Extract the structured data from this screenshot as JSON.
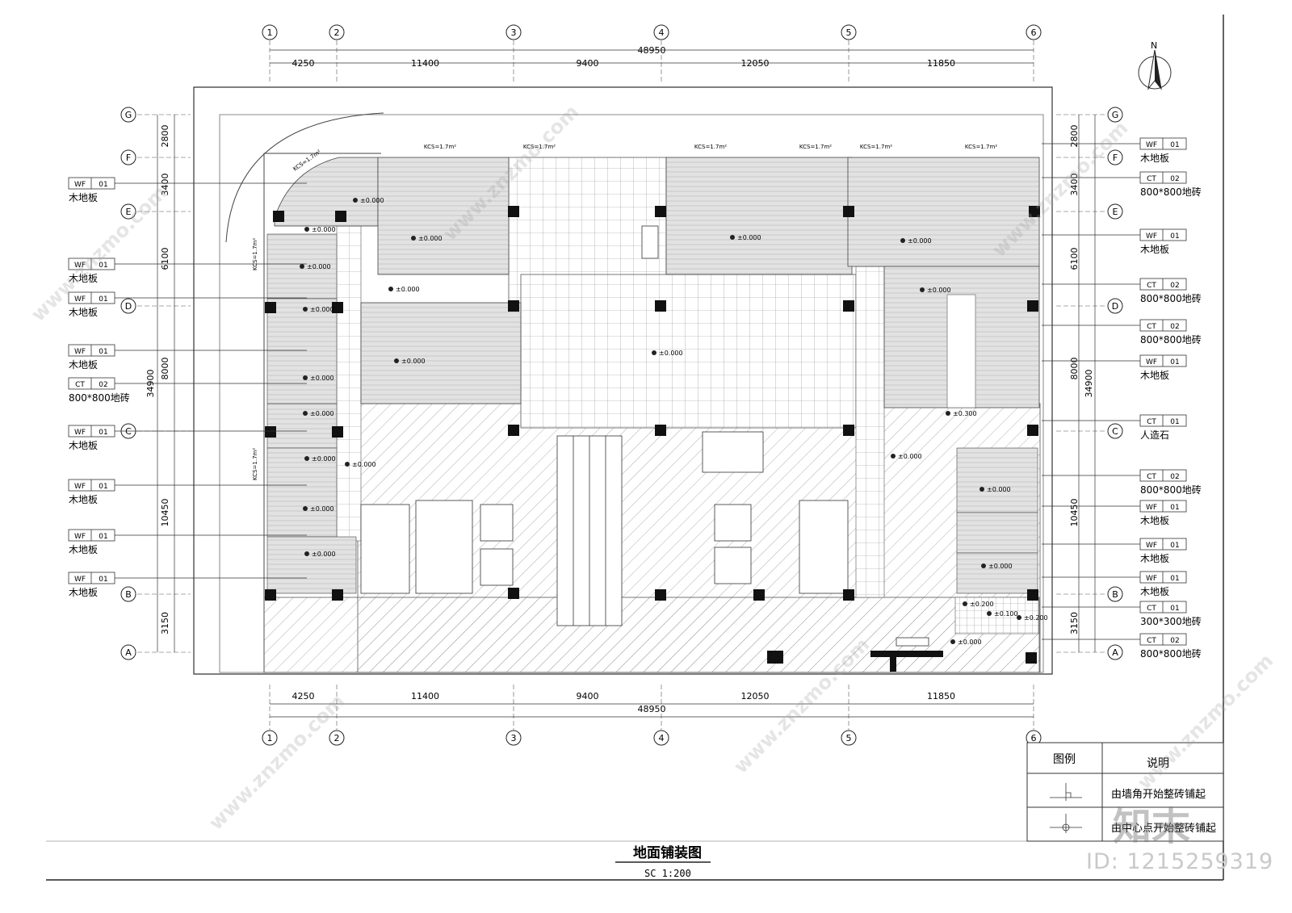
{
  "drawing": {
    "title": "地面铺装图",
    "scale": "SC  1:200",
    "north": "N"
  },
  "grid": {
    "columns": [
      "1",
      "2",
      "3",
      "4",
      "5",
      "6"
    ],
    "rows": [
      "G",
      "F",
      "E",
      "D",
      "C",
      "B",
      "A"
    ],
    "col_dims": [
      "4250",
      "11400",
      "9400",
      "12050",
      "11850"
    ],
    "col_total": "48950",
    "row_dims": [
      "2800",
      "3400",
      "6100",
      "8000",
      "10450",
      "3150"
    ],
    "row_total": "34900"
  },
  "left_tags": [
    {
      "code": "WF",
      "num": "01",
      "text": "木地板"
    },
    {
      "code": "WF",
      "num": "01",
      "text": "木地板"
    },
    {
      "code": "WF",
      "num": "01",
      "text": "木地板"
    },
    {
      "code": "WF",
      "num": "01",
      "text": "木地板"
    },
    {
      "code": "CT",
      "num": "02",
      "text": "800*800地砖"
    },
    {
      "code": "WF",
      "num": "01",
      "text": "木地板"
    },
    {
      "code": "WF",
      "num": "01",
      "text": "木地板"
    },
    {
      "code": "WF",
      "num": "01",
      "text": "木地板"
    },
    {
      "code": "WF",
      "num": "01",
      "text": "木地板"
    }
  ],
  "right_tags": [
    {
      "code": "WF",
      "num": "01",
      "text": "木地板"
    },
    {
      "code": "CT",
      "num": "02",
      "text": "800*800地砖"
    },
    {
      "code": "WF",
      "num": "01",
      "text": "木地板"
    },
    {
      "code": "CT",
      "num": "02",
      "text": "800*800地砖"
    },
    {
      "code": "CT",
      "num": "02",
      "text": "800*800地砖"
    },
    {
      "code": "WF",
      "num": "01",
      "text": "木地板"
    },
    {
      "code": "CT",
      "num": "01",
      "text": "人造石"
    },
    {
      "code": "CT",
      "num": "02",
      "text": "800*800地砖"
    },
    {
      "code": "WF",
      "num": "01",
      "text": "木地板"
    },
    {
      "code": "WF",
      "num": "01",
      "text": "木地板"
    },
    {
      "code": "WF",
      "num": "01",
      "text": "木地板"
    },
    {
      "code": "CT",
      "num": "01",
      "text": "300*300地砖"
    },
    {
      "code": "CT",
      "num": "02",
      "text": "800*800地砖"
    }
  ],
  "levels": [
    "±0.000",
    "±0.300",
    "±0.200",
    "±0.100"
  ],
  "kcs": "KCS=1.7m²",
  "legend": {
    "header_left": "图例",
    "header_right": "说明",
    "row1": "由墙角开始整砖铺起",
    "row2": "由中心点开始整砖铺起"
  },
  "watermark": {
    "site": "www.znzmo.com",
    "brand": "知末",
    "id": "ID: 1215259319"
  }
}
